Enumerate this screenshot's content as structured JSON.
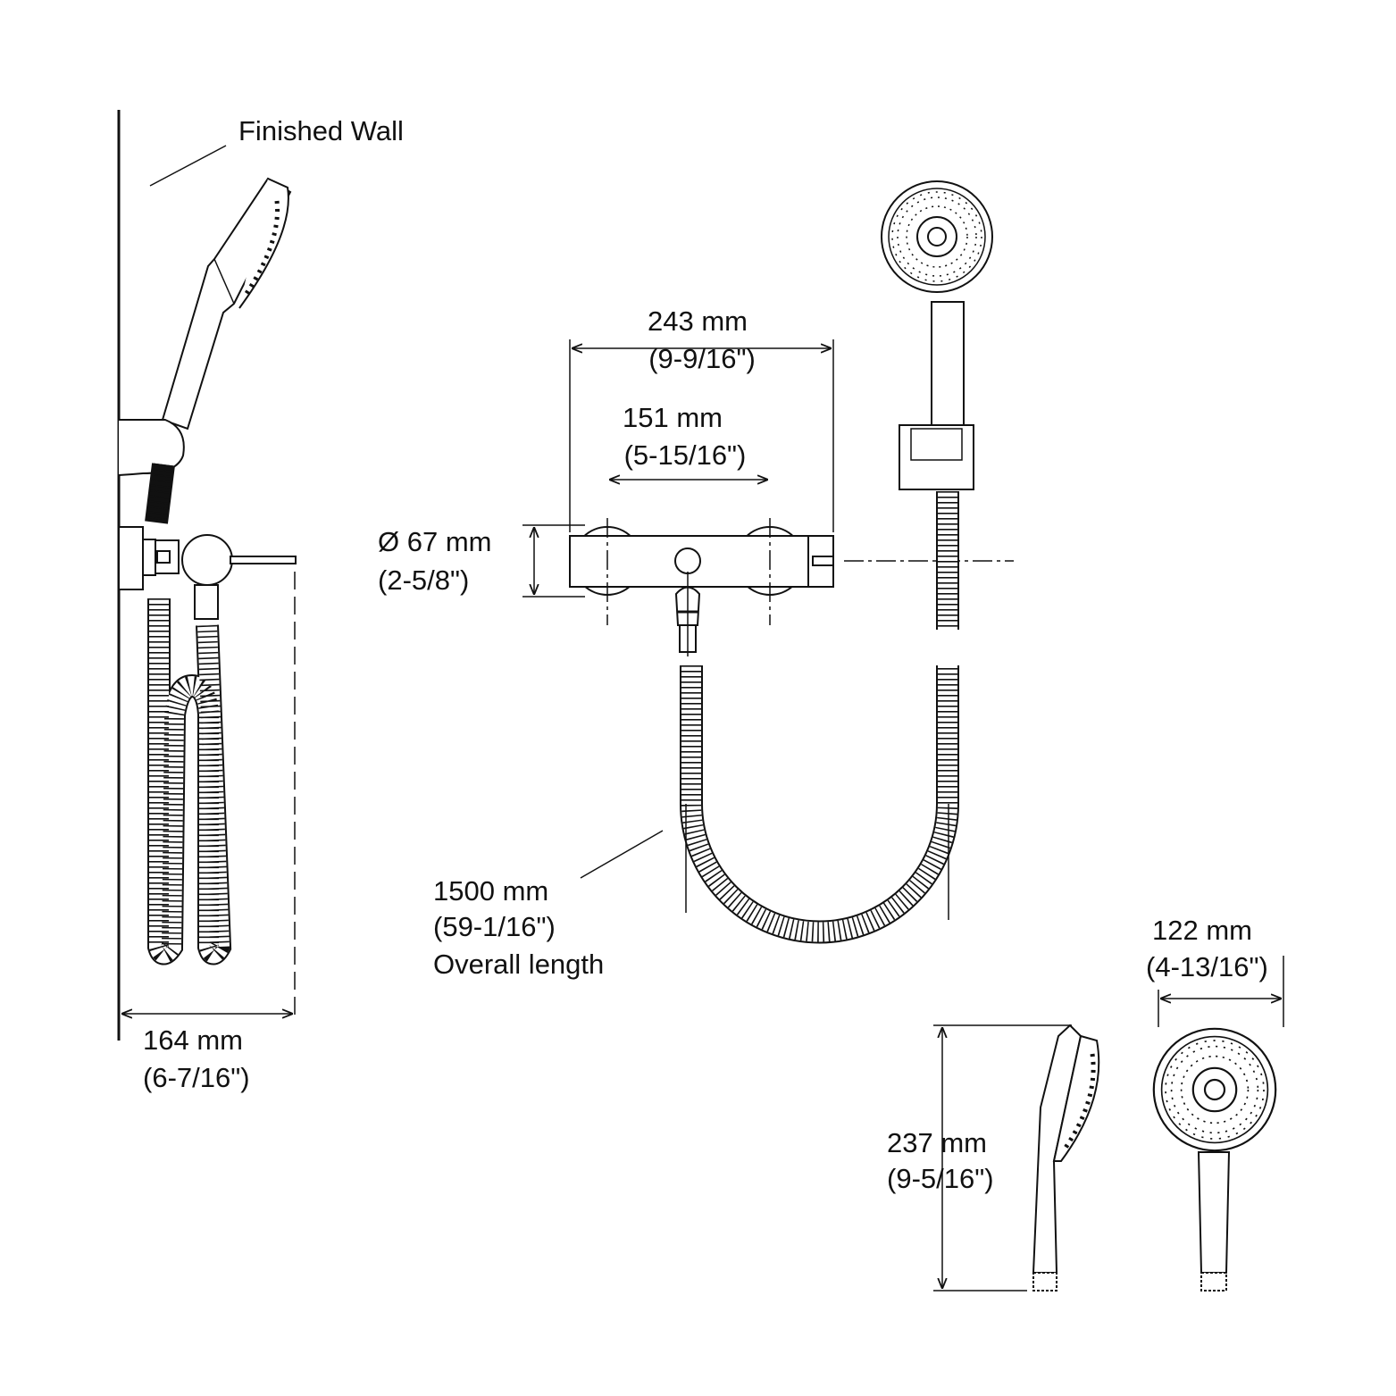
{
  "labels": {
    "finished_wall": "Finished Wall",
    "width_overall_mm": "243 mm",
    "width_overall_in": "(9-9/16\")",
    "centers_mm": "151 mm",
    "centers_in": "(5-15/16\")",
    "diameter_mm": "Ø 67 mm",
    "diameter_in": "(2-5/8\")",
    "hose_mm": "1500 mm",
    "hose_in": "(59-1/16\")",
    "hose_note": "Overall length",
    "projection_mm": "164 mm",
    "projection_in": "(6-7/16\")",
    "head_width_mm": "122 mm",
    "head_width_in": "(4-13/16\")",
    "handshower_length_mm": "237 mm",
    "handshower_length_in": "(9-5/16\")"
  },
  "colors": {
    "line": "#111111",
    "background": "#ffffff"
  }
}
